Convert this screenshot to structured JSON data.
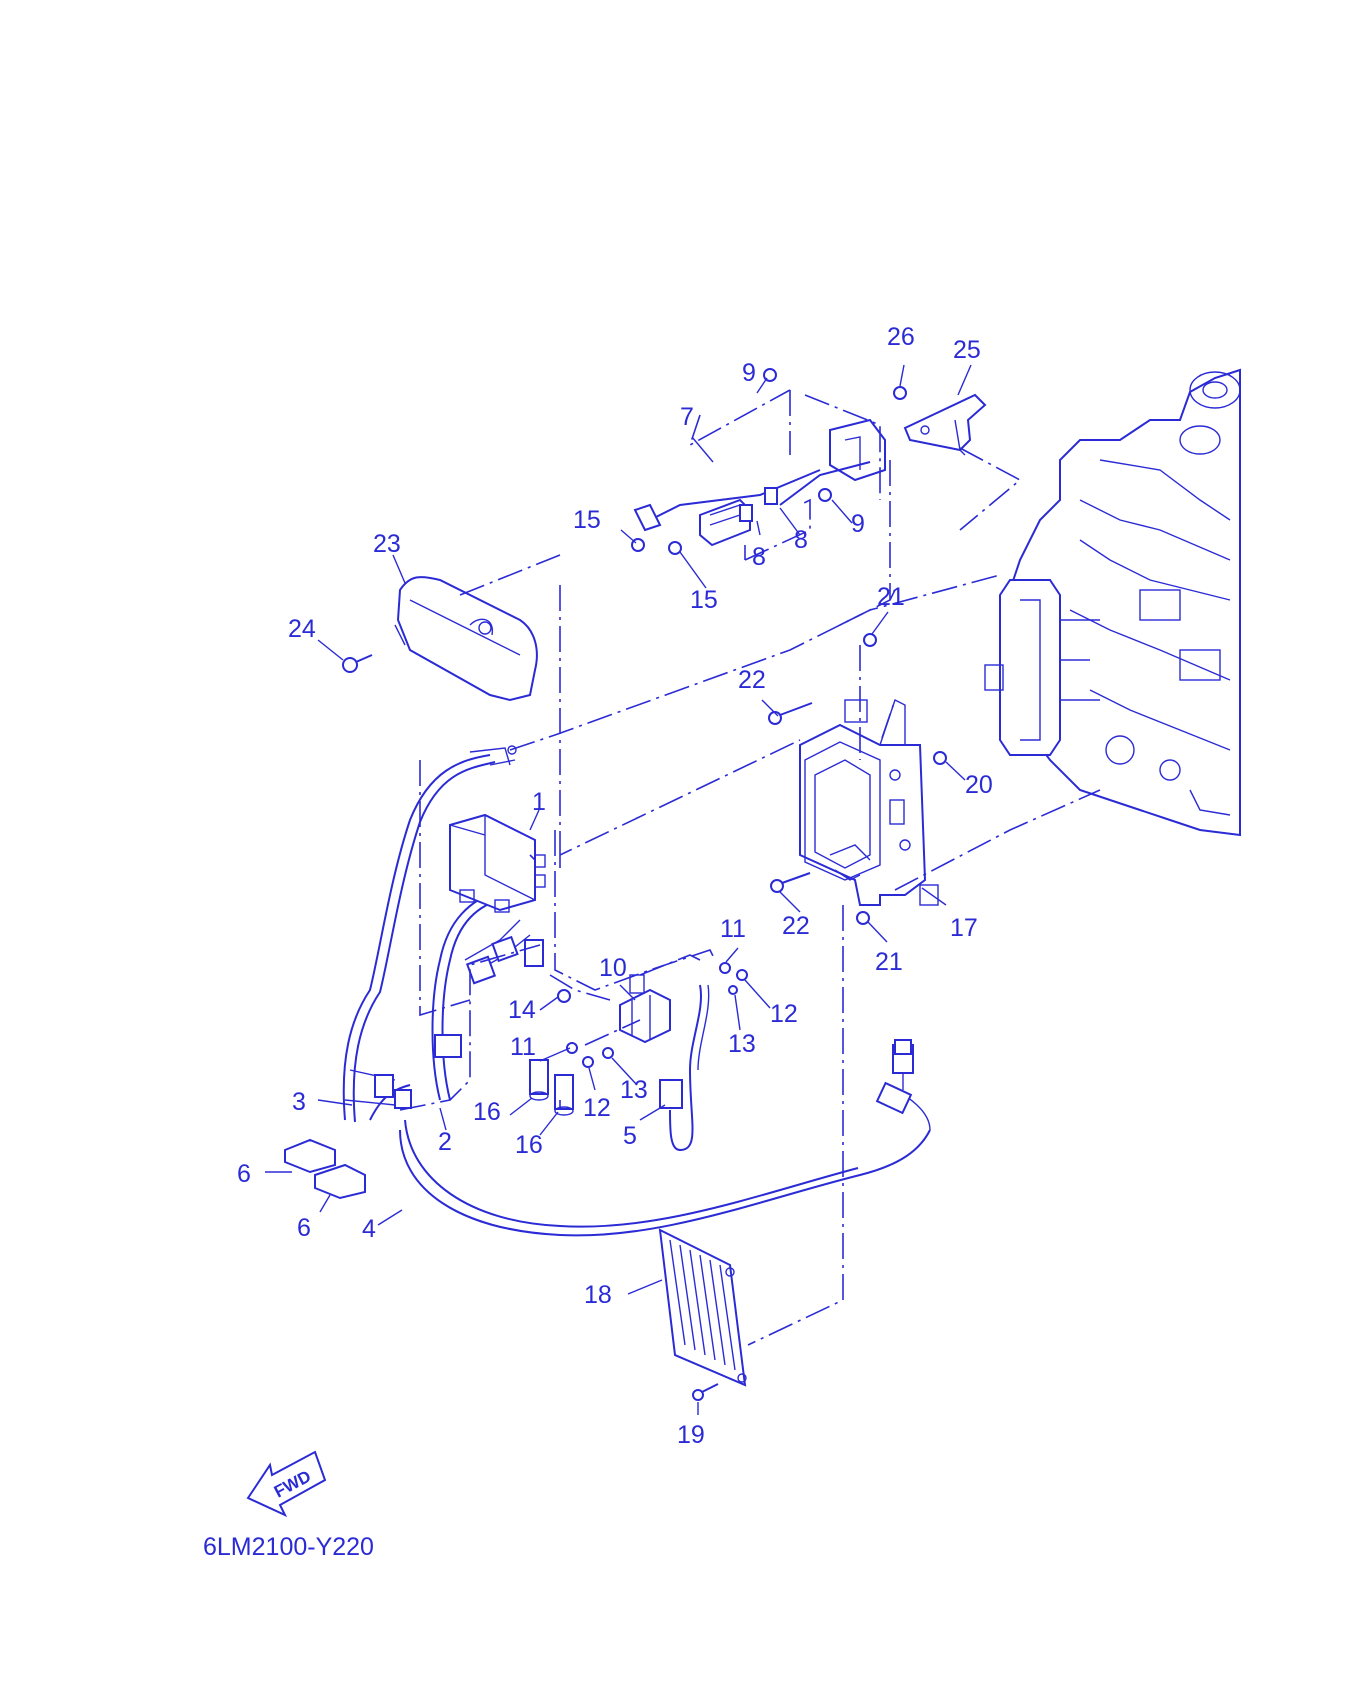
{
  "colors": {
    "ink": "#2b2bd6",
    "background": "#ffffff"
  },
  "diagram": {
    "code": "6LM2100-Y220",
    "fwd_label": "FWD",
    "callouts": {
      "c1": "1",
      "c2": "2",
      "c3": "3",
      "c4": "4",
      "c5": "5",
      "c6a": "6",
      "c6b": "6",
      "c7": "7",
      "c8a": "8",
      "c8b": "8",
      "c9a": "9",
      "c9b": "9",
      "c10": "10",
      "c11a": "11",
      "c11b": "11",
      "c12a": "12",
      "c12b": "12",
      "c13a": "13",
      "c13b": "13",
      "c14": "14",
      "c15a": "15",
      "c15b": "15",
      "c16a": "16",
      "c16b": "16",
      "c17": "17",
      "c18": "18",
      "c19": "19",
      "c20": "20",
      "c21a": "21",
      "c21b": "21",
      "c22a": "22",
      "c22b": "22",
      "c23": "23",
      "c24": "24",
      "c25": "25",
      "c26": "26"
    }
  }
}
